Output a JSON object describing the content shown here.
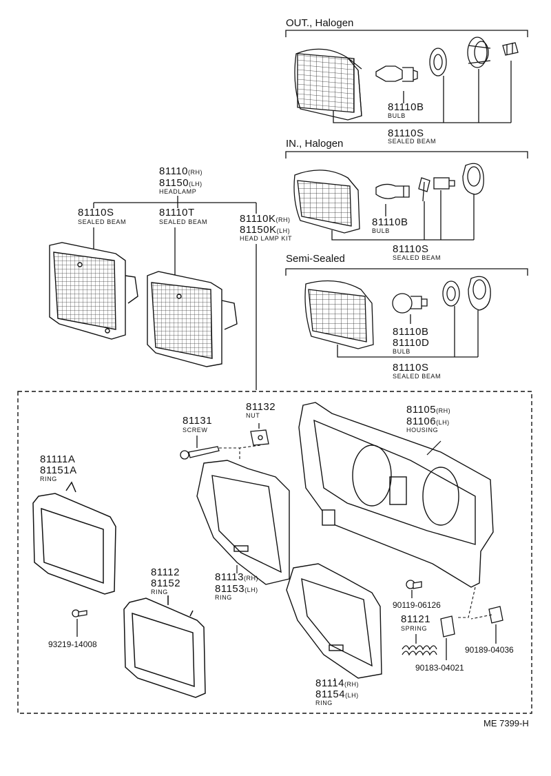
{
  "groups": {
    "out_halogen": "OUT., Halogen",
    "in_halogen": "IN., Halogen",
    "semi_sealed": "Semi-Sealed"
  },
  "headlamp": {
    "pn1": "81110",
    "pn1_side": "(RH)",
    "pn2": "81150",
    "pn2_side": "(LH)",
    "name": "HEADLAMP"
  },
  "sealed_beam_s": {
    "pn": "81110S",
    "name": "SEALED BEAM"
  },
  "sealed_beam_t": {
    "pn": "81110T",
    "name": "SEALED BEAM"
  },
  "lamp_kit": {
    "pn1": "81110K",
    "pn1_side": "(RH)",
    "pn2": "81150K",
    "pn2_side": "(LH)",
    "name": "HEAD LAMP KIT"
  },
  "out_parts": {
    "bulb_pn": "81110B",
    "bulb_name": "BULB",
    "beam_pn": "81110S",
    "beam_name": "SEALED BEAM"
  },
  "in_parts": {
    "bulb_pn": "81110B",
    "bulb_name": "BULB",
    "beam_pn": "81110S",
    "beam_name": "SEALED BEAM"
  },
  "semi_parts": {
    "bulb_pn1": "81110B",
    "bulb_pn2": "81110D",
    "bulb_name": "BULB",
    "beam_pn": "81110S",
    "beam_name": "SEALED BEAM"
  },
  "nut": {
    "pn": "81132",
    "name": "NUT"
  },
  "screw": {
    "pn": "81131",
    "name": "SCREW"
  },
  "housing": {
    "pn1": "81105",
    "pn1_side": "(RH)",
    "pn2": "81106",
    "pn2_side": "(LH)",
    "name": "HOUSING"
  },
  "ring_a": {
    "pn1": "81111A",
    "pn2": "81151A",
    "name": "RING"
  },
  "ring_12": {
    "pn1": "81112",
    "pn2": "81152",
    "name": "RING"
  },
  "ring_13": {
    "pn1": "81113",
    "pn1_side": "(RH)",
    "pn2": "81153",
    "pn2_side": "(LH)",
    "name": "RING"
  },
  "ring_14": {
    "pn1": "81114",
    "pn1_side": "(RH)",
    "pn2": "81154",
    "pn2_side": "(LH)",
    "name": "RING"
  },
  "spring": {
    "pn": "81121",
    "name": "SPRING"
  },
  "fasteners": {
    "f1": "90119-06126",
    "f2": "90183-04021",
    "f3": "90189-04036",
    "f4": "93219-14008"
  },
  "ref_code": "ME 7399-H"
}
